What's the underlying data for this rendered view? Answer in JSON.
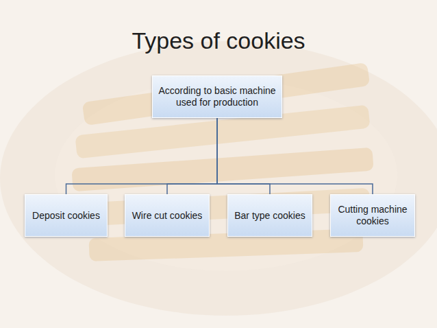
{
  "diagram": {
    "title": "Types of cookies",
    "nodes": [
      {
        "text": [
          "According to basic machine used for production"
        ]
      },
      {
        "text": [
          "Deposit cookies"
        ]
      },
      {
        "text": [
          "Wire cut cookies"
        ]
      },
      {
        "text": [
          "Bar type cookies"
        ]
      },
      {
        "text": [
          "Cutting machine cookies"
        ]
      }
    ],
    "edges": [
      {
        "from": 0,
        "to": 1,
        "arrow": "none"
      },
      {
        "from": 0,
        "to": 2,
        "arrow": "none"
      },
      {
        "from": 0,
        "to": 3,
        "arrow": "none"
      },
      {
        "from": 0,
        "to": 4,
        "arrow": "none"
      }
    ]
  }
}
